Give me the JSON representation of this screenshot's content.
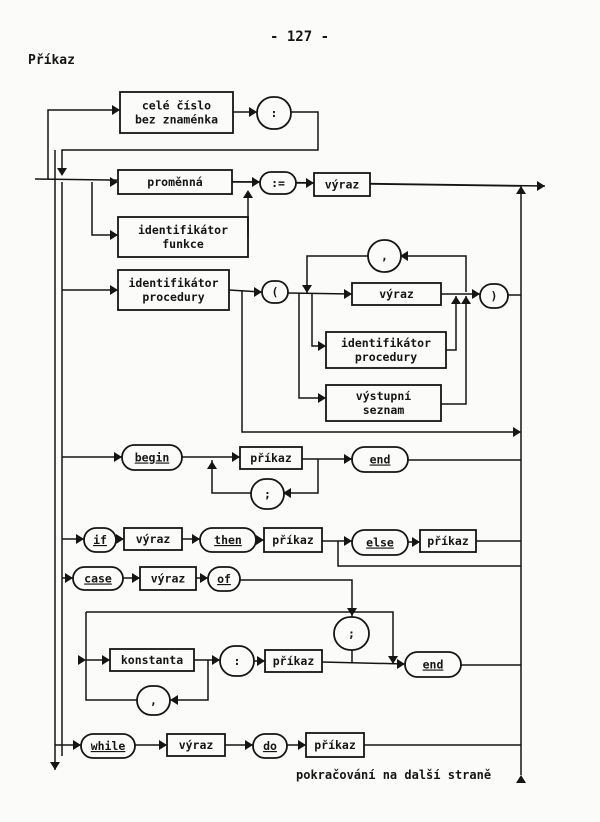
{
  "page_number": "- 127 -",
  "section_title": "Příkaz",
  "footer_note": "pokračování na další straně",
  "labels": {
    "celé číslo": "celé číslo",
    "bez znaménka": "bez znaménka",
    "colon": ":",
    "proměnná": "proměnná",
    "assign": ":=",
    "výraz": "výraz",
    "identifikátor": "identifikátor",
    "funkce": "funkce",
    "procedury": "procedury",
    "paren_open": "(",
    "paren_close": ")",
    "comma": ",",
    "výstupní": "výstupní",
    "seznam": "seznam",
    "begin": "begin",
    "příkaz": "příkaz",
    "semicolon": ";",
    "end": "end",
    "if": "if",
    "then": "then",
    "else": "else",
    "case": "case",
    "of": "of",
    "konstanta": "konstanta",
    "while": "while",
    "do": "do"
  }
}
